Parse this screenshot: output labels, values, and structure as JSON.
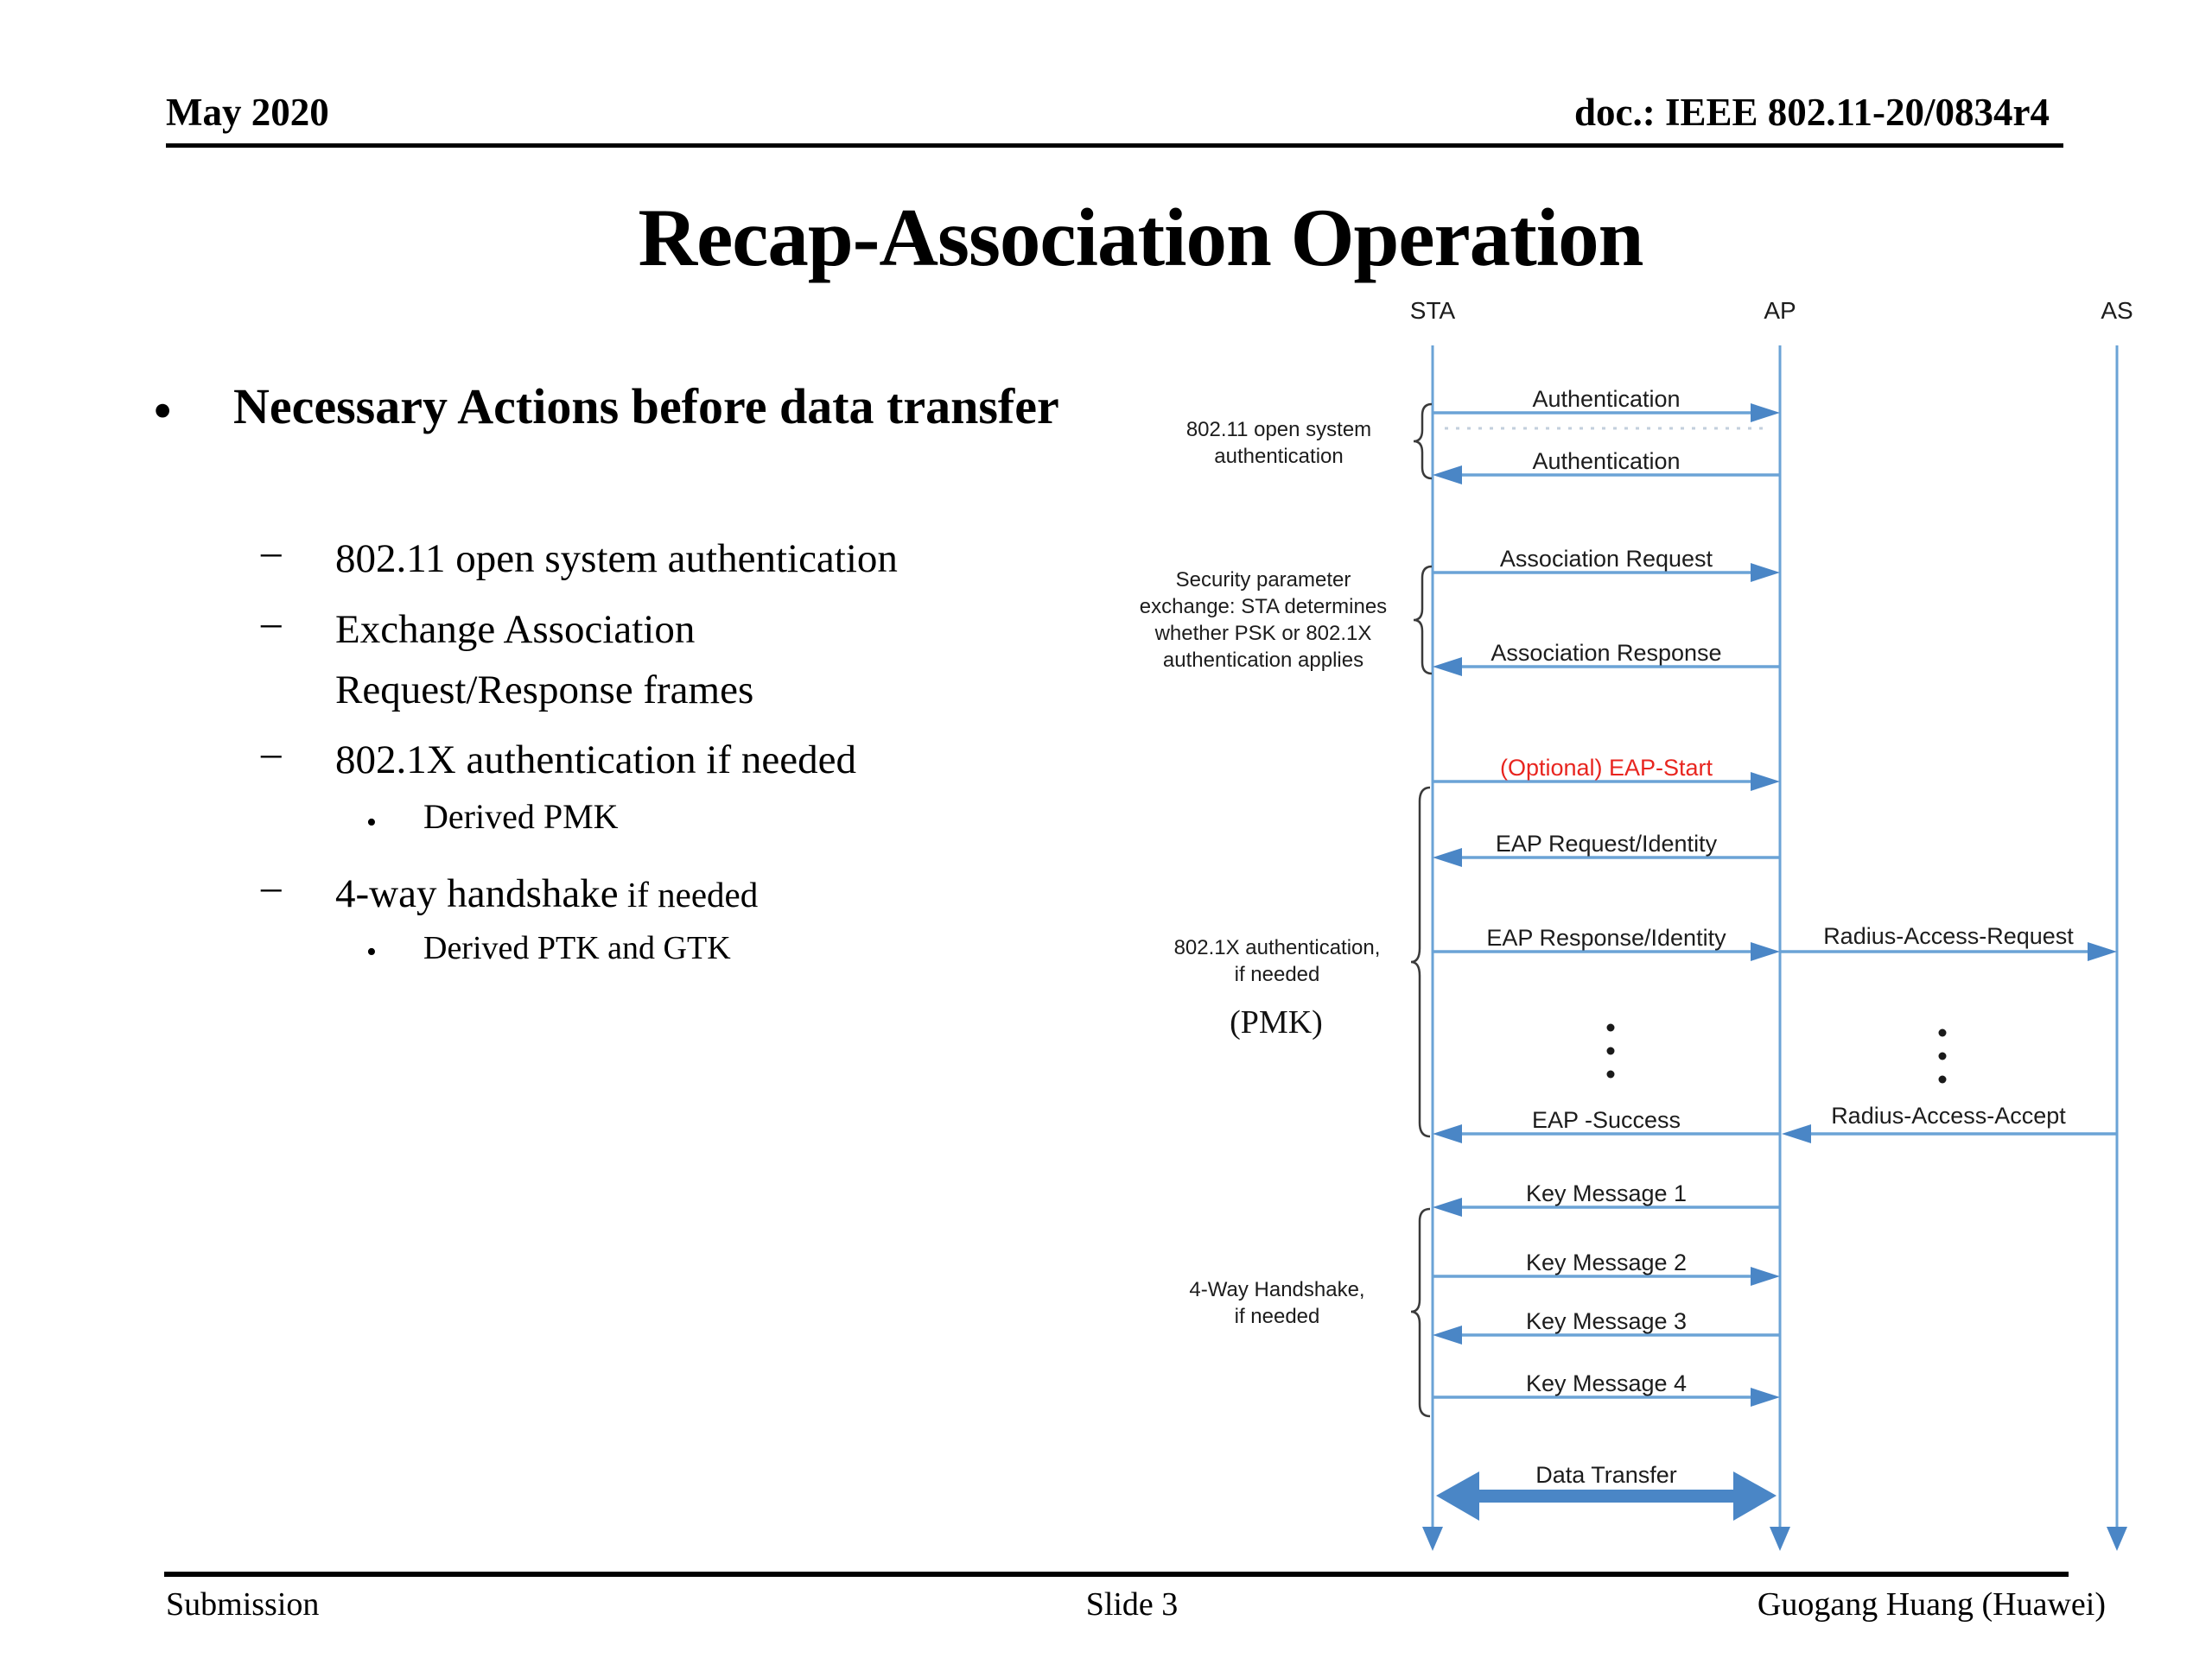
{
  "colors": {
    "line_blue": "#6ba3d6",
    "arrow_head_blue": "#4a86c6",
    "label_red": "#e8251f"
  },
  "header": {
    "date": "May 2020",
    "doc": "doc.: IEEE 802.11-20/0834r4"
  },
  "title": "Recap-Association Operation",
  "content": {
    "heading_marker": "•",
    "heading": "Necessary Actions before data transfer",
    "items": [
      {
        "marker": "–",
        "text": "802.11 open system authentication"
      },
      {
        "marker": "–",
        "text": "Exchange Association Request/Response frames"
      },
      {
        "marker": "–",
        "text": "802.1X authentication if needed"
      },
      {
        "marker": "•",
        "text": "Derived PMK"
      },
      {
        "marker": "–",
        "text_main": "4-way handshake",
        "text_tail": " if needed"
      },
      {
        "marker": "•",
        "text": "Derived PTK and GTK"
      }
    ]
  },
  "diagram": {
    "actors": [
      {
        "label": "STA"
      },
      {
        "label": "AP"
      },
      {
        "label": "AS"
      }
    ],
    "messages": [
      {
        "label": "Authentication",
        "from": "STA",
        "to": "AP"
      },
      {
        "label": "Authentication",
        "from": "AP",
        "to": "STA"
      },
      {
        "label": "Association Request",
        "from": "STA",
        "to": "AP"
      },
      {
        "label": "Association Response",
        "from": "AP",
        "to": "STA"
      },
      {
        "label": "(Optional) EAP-Start",
        "from": "STA",
        "to": "AP"
      },
      {
        "label": "EAP Request/Identity",
        "from": "AP",
        "to": "STA"
      },
      {
        "label": "EAP Response/Identity",
        "from": "STA",
        "to": "AP"
      },
      {
        "label": "Radius-Access-Request",
        "from": "AP",
        "to": "AS"
      },
      {
        "label": "EAP -Success",
        "from": "AP",
        "to": "STA"
      },
      {
        "label": "Radius-Access-Accept",
        "from": "AS",
        "to": "AP"
      },
      {
        "label": "Key Message 1",
        "from": "AP",
        "to": "STA"
      },
      {
        "label": "Key Message 2",
        "from": "STA",
        "to": "AP"
      },
      {
        "label": "Key Message 3",
        "from": "AP",
        "to": "STA"
      },
      {
        "label": "Key Message 4",
        "from": "STA",
        "to": "AP"
      },
      {
        "label": "Data Transfer",
        "from": "STA",
        "to": "AP"
      }
    ],
    "side_labels": [
      {
        "text": "802.11 open system\nauthentication"
      },
      {
        "text": "Security parameter\nexchange: STA determines\nwhether PSK or 802.1X\nauthentication applies"
      },
      {
        "text": "802.1X authentication,\nif needed"
      },
      {
        "text": "(PMK)"
      },
      {
        "text": "4-Way Handshake,\nif needed"
      }
    ]
  },
  "footer": {
    "left": "Submission",
    "center": "Slide 3",
    "right": "Guogang Huang (Huawei)"
  }
}
